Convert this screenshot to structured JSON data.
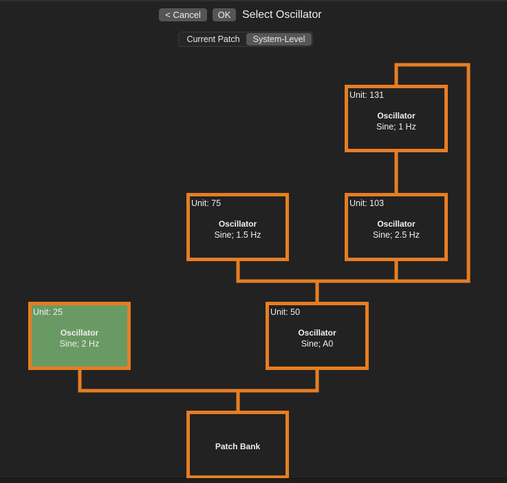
{
  "header": {
    "cancel_label": "< Cancel",
    "ok_label": "OK",
    "title": "Select Oscillator"
  },
  "scope_toggle": {
    "options": [
      "Current Patch",
      "System-Level"
    ],
    "selected": "System-Level"
  },
  "colors": {
    "wire": "#e67e22",
    "selected_node": "#6a9a64",
    "background": "#222222"
  },
  "nodes": {
    "u131": {
      "unit": "Unit: 131",
      "name": "Oscillator",
      "param": "Sine; 1 Hz",
      "selected": false
    },
    "u75": {
      "unit": "Unit: 75",
      "name": "Oscillator",
      "param": "Sine; 1.5 Hz",
      "selected": false
    },
    "u103": {
      "unit": "Unit: 103",
      "name": "Oscillator",
      "param": "Sine; 2.5 Hz",
      "selected": false
    },
    "u25": {
      "unit": "Unit: 25",
      "name": "Oscillator",
      "param": "Sine; 2 Hz",
      "selected": true
    },
    "u50": {
      "unit": "Unit: 50",
      "name": "Oscillator",
      "param": "Sine; A0",
      "selected": false
    },
    "bank": {
      "name": "Patch Bank"
    }
  },
  "connections": [
    {
      "from": "u131",
      "to": "u103"
    },
    {
      "from": "u131",
      "to": "u50"
    },
    {
      "from": "u75",
      "to": "u50"
    },
    {
      "from": "u103",
      "to": "u50"
    },
    {
      "from": "u25",
      "to": "bank"
    },
    {
      "from": "u50",
      "to": "bank"
    }
  ]
}
